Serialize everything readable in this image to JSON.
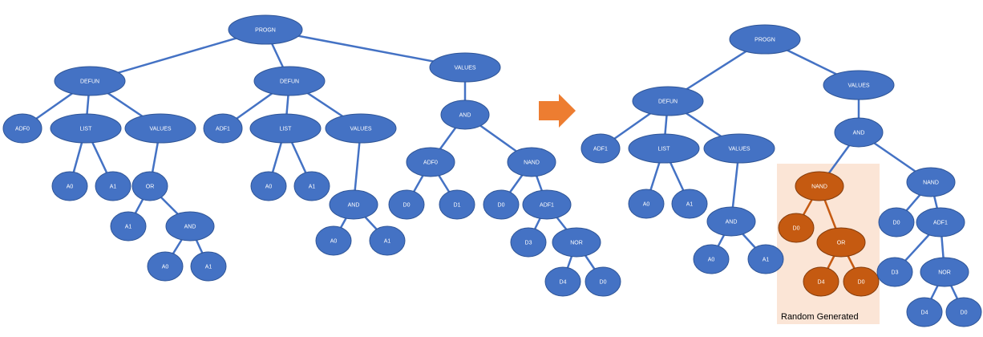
{
  "colors": {
    "node": "#4472c4",
    "node_stroke": "#2f5597",
    "edge": "#4472c4",
    "highlight_node": "#c55a11",
    "highlight_stroke": "#843c0c",
    "highlight_edge": "#c55a11",
    "highlight_box": "#fbe5d6",
    "arrow": "#ed7d31"
  },
  "left_tree": {
    "nodes": [
      {
        "id": "progn",
        "label": "PROGN"
      },
      {
        "id": "defun0",
        "label": "DEFUN"
      },
      {
        "id": "adf0",
        "label": "ADF0"
      },
      {
        "id": "list0",
        "label": "LIST"
      },
      {
        "id": "l0a0",
        "label": "A0"
      },
      {
        "id": "l0a1",
        "label": "A1"
      },
      {
        "id": "values0",
        "label": "VALUES"
      },
      {
        "id": "or0",
        "label": "OR"
      },
      {
        "id": "or0a1",
        "label": "A1"
      },
      {
        "id": "and0",
        "label": "AND"
      },
      {
        "id": "and0a0",
        "label": "A0"
      },
      {
        "id": "and0a1",
        "label": "A1"
      },
      {
        "id": "defun1",
        "label": "DEFUN"
      },
      {
        "id": "adf1",
        "label": "ADF1"
      },
      {
        "id": "list1",
        "label": "LIST"
      },
      {
        "id": "l1a0",
        "label": "A0"
      },
      {
        "id": "l1a1",
        "label": "A1"
      },
      {
        "id": "values1",
        "label": "VALUES"
      },
      {
        "id": "and1",
        "label": "AND"
      },
      {
        "id": "and1a0",
        "label": "A0"
      },
      {
        "id": "and1a1",
        "label": "A1"
      },
      {
        "id": "values2",
        "label": "VALUES"
      },
      {
        "id": "and2",
        "label": "AND"
      },
      {
        "id": "adf0c",
        "label": "ADF0"
      },
      {
        "id": "d0a",
        "label": "D0"
      },
      {
        "id": "d1a",
        "label": "D1"
      },
      {
        "id": "nand",
        "label": "NAND"
      },
      {
        "id": "d0b",
        "label": "D0"
      },
      {
        "id": "adf1c",
        "label": "ADF1"
      },
      {
        "id": "d3",
        "label": "D3"
      },
      {
        "id": "nor",
        "label": "NOR"
      },
      {
        "id": "d4",
        "label": "D4"
      },
      {
        "id": "d0c",
        "label": "D0"
      }
    ],
    "edges": [
      [
        "progn",
        "defun0"
      ],
      [
        "progn",
        "defun1"
      ],
      [
        "progn",
        "values2"
      ],
      [
        "defun0",
        "adf0"
      ],
      [
        "defun0",
        "list0"
      ],
      [
        "defun0",
        "values0"
      ],
      [
        "list0",
        "l0a0"
      ],
      [
        "list0",
        "l0a1"
      ],
      [
        "values0",
        "or0"
      ],
      [
        "or0",
        "or0a1"
      ],
      [
        "or0",
        "and0"
      ],
      [
        "and0",
        "and0a0"
      ],
      [
        "and0",
        "and0a1"
      ],
      [
        "defun1",
        "adf1"
      ],
      [
        "defun1",
        "list1"
      ],
      [
        "defun1",
        "values1"
      ],
      [
        "list1",
        "l1a0"
      ],
      [
        "list1",
        "l1a1"
      ],
      [
        "values1",
        "and1"
      ],
      [
        "and1",
        "and1a0"
      ],
      [
        "and1",
        "and1a1"
      ],
      [
        "values2",
        "and2"
      ],
      [
        "and2",
        "adf0c"
      ],
      [
        "and2",
        "nand"
      ],
      [
        "adf0c",
        "d0a"
      ],
      [
        "adf0c",
        "d1a"
      ],
      [
        "nand",
        "d0b"
      ],
      [
        "nand",
        "adf1c"
      ],
      [
        "adf1c",
        "d3"
      ],
      [
        "adf1c",
        "nor"
      ],
      [
        "nor",
        "d4"
      ],
      [
        "nor",
        "d0c"
      ]
    ]
  },
  "right_tree": {
    "nodes": [
      {
        "id": "progn",
        "label": "PROGN"
      },
      {
        "id": "defun",
        "label": "DEFUN"
      },
      {
        "id": "adf1",
        "label": "ADF1"
      },
      {
        "id": "list",
        "label": "LIST"
      },
      {
        "id": "la0",
        "label": "A0"
      },
      {
        "id": "la1",
        "label": "A1"
      },
      {
        "id": "values0",
        "label": "VALUES"
      },
      {
        "id": "and0",
        "label": "AND"
      },
      {
        "id": "and0a0",
        "label": "A0"
      },
      {
        "id": "and0a1",
        "label": "A1"
      },
      {
        "id": "values1",
        "label": "VALUES"
      },
      {
        "id": "and1",
        "label": "AND"
      },
      {
        "id": "hnand",
        "label": "NAND",
        "highlight": true
      },
      {
        "id": "hd0",
        "label": "D0",
        "highlight": true
      },
      {
        "id": "hor",
        "label": "OR",
        "highlight": true
      },
      {
        "id": "hd4",
        "label": "D4",
        "highlight": true
      },
      {
        "id": "hd0b",
        "label": "D0",
        "highlight": true
      },
      {
        "id": "nand",
        "label": "NAND"
      },
      {
        "id": "nd0",
        "label": "D0"
      },
      {
        "id": "adf1c",
        "label": "ADF1"
      },
      {
        "id": "d3",
        "label": "D3"
      },
      {
        "id": "nor",
        "label": "NOR"
      },
      {
        "id": "d4",
        "label": "D4"
      },
      {
        "id": "d0",
        "label": "D0"
      }
    ],
    "edges": [
      [
        "progn",
        "defun"
      ],
      [
        "progn",
        "values1"
      ],
      [
        "defun",
        "adf1"
      ],
      [
        "defun",
        "list"
      ],
      [
        "defun",
        "values0"
      ],
      [
        "list",
        "la0"
      ],
      [
        "list",
        "la1"
      ],
      [
        "values0",
        "and0"
      ],
      [
        "and0",
        "and0a0"
      ],
      [
        "and0",
        "and0a1"
      ],
      [
        "values1",
        "and1"
      ],
      [
        "and1",
        "hnand"
      ],
      [
        "and1",
        "nand"
      ],
      [
        "hnand",
        "hd0",
        "h"
      ],
      [
        "hnand",
        "hor",
        "h"
      ],
      [
        "hor",
        "hd4",
        "h"
      ],
      [
        "hor",
        "hd0b",
        "h"
      ],
      [
        "nand",
        "nd0"
      ],
      [
        "nand",
        "adf1c"
      ],
      [
        "adf1c",
        "d3"
      ],
      [
        "adf1c",
        "nor"
      ],
      [
        "nor",
        "d4"
      ],
      [
        "nor",
        "d0"
      ]
    ]
  },
  "highlight_caption": "Random Generated"
}
